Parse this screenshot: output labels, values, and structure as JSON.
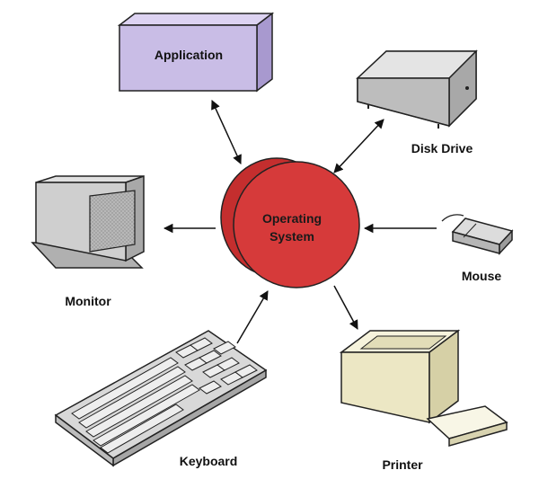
{
  "diagram": {
    "center": {
      "label_line1": "Operating",
      "label_line2": "System"
    },
    "components": {
      "application": "Application",
      "disk_drive": "Disk Drive",
      "monitor": "Monitor",
      "mouse": "Mouse",
      "keyboard": "Keyboard",
      "printer": "Printer"
    },
    "colors": {
      "application_face": "#c9bde6",
      "os_disk": "#d63a3a",
      "device_gray": "#c4c4c4",
      "printer_beige": "#f0eccc"
    }
  }
}
